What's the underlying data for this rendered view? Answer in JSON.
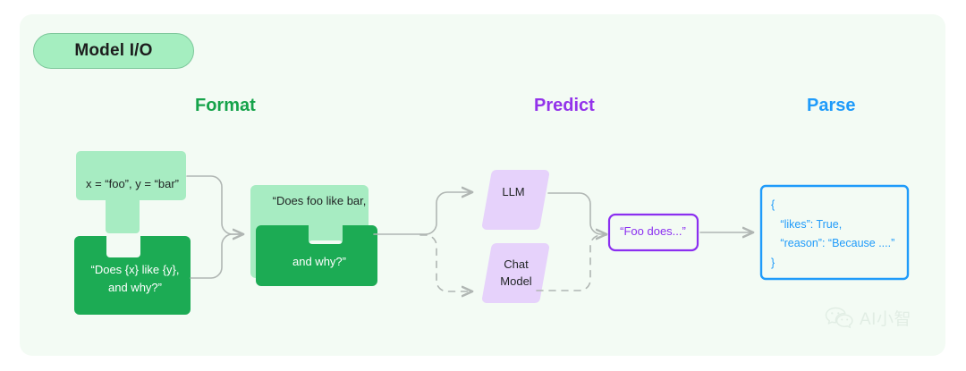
{
  "badge": {
    "label": "Model I/O"
  },
  "headings": {
    "format": "Format",
    "predict": "Predict",
    "parse": "Parse"
  },
  "colors": {
    "panel_bg": "#f3fbf4",
    "badge_bg": "#a5eec0",
    "badge_border": "#7cc79a",
    "light_green": "#a7ecc2",
    "dark_green": "#1cab54",
    "purple_fill": "#e6d2fb",
    "purple_stroke": "#8b2ff0",
    "blue_stroke": "#1f9bfa",
    "connector": "#b0b6b3",
    "format_heading": "#15a34a",
    "predict_heading": "#9333ea",
    "parse_heading": "#1f9bfa"
  },
  "format": {
    "variables_piece": {
      "text": "x = “foo”, y = “bar”"
    },
    "template_piece": {
      "line1": "“Does {x} like {y},",
      "line2": "and why?”"
    },
    "merged_piece": {
      "line1": "“Does foo like bar,",
      "line2": "and why?”"
    }
  },
  "predict": {
    "llm": {
      "label": "LLM"
    },
    "chat_model": {
      "line1": "Chat",
      "line2": "Model"
    },
    "output": {
      "text": "“Foo does...”"
    }
  },
  "parse": {
    "json_result": "{\n   “likes”: True,\n   “reason”: “Because ....”\n}"
  },
  "watermark": {
    "text": "AI小智"
  }
}
